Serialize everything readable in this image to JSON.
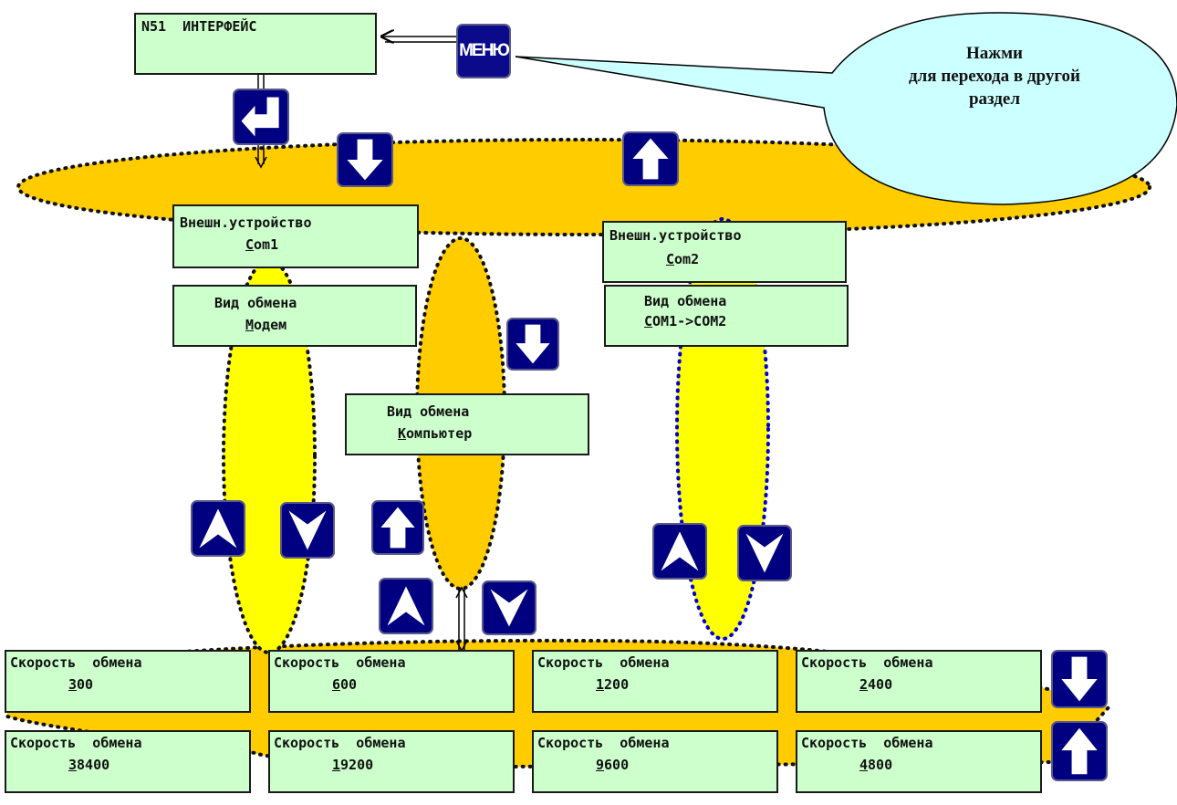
{
  "colors": {
    "panel_fill": "#ccffcc",
    "orange_region": "#ffcc00",
    "yellow_region": "#ffff00",
    "button_fill": "#000080",
    "callout_fill": "#ccffff",
    "dot_blue": "#0000cc"
  },
  "header": {
    "title_line1": "N51  ИНТЕРФЕЙС",
    "title_line2": ""
  },
  "menu_button": {
    "label": "МЕНЮ"
  },
  "callout": {
    "line1": "Нажми",
    "line2": "для перехода в другой",
    "line3": "раздел"
  },
  "panels": {
    "ext_com1": {
      "line1": "Внешн.устройство",
      "line2_first": "C",
      "line2_rest": "om1"
    },
    "ext_com2": {
      "line1": "Внешн.устройство",
      "line2_first": "C",
      "line2_rest": "om2"
    },
    "mode_modem": {
      "line1": "Вид обмена",
      "line2_first": "М",
      "line2_rest": "одем"
    },
    "mode_computer": {
      "line1": "Вид обмена",
      "line2_first": "К",
      "line2_rest": "омпьютер"
    },
    "mode_com1com2": {
      "line1": "Вид обмена",
      "line2_first": "C",
      "line2_rest": "OM1->COM2"
    }
  },
  "speed_label": "Скорость  обмена",
  "speeds_top": [
    {
      "first": "3",
      "rest": "00"
    },
    {
      "first": "6",
      "rest": "00"
    },
    {
      "first": "1",
      "rest": "200"
    },
    {
      "first": "2",
      "rest": "400"
    }
  ],
  "speeds_bottom": [
    {
      "first": "3",
      "rest": "8400"
    },
    {
      "first": "1",
      "rest": "9200"
    },
    {
      "first": "9",
      "rest": "600"
    },
    {
      "first": "4",
      "rest": "800"
    }
  ],
  "icons": {
    "enter": "enter-icon",
    "arrow_down": "arrow-down-icon",
    "arrow_up": "arrow-up-icon",
    "chevron_up": "chevron-up-icon",
    "chevron_down": "chevron-down-icon"
  }
}
